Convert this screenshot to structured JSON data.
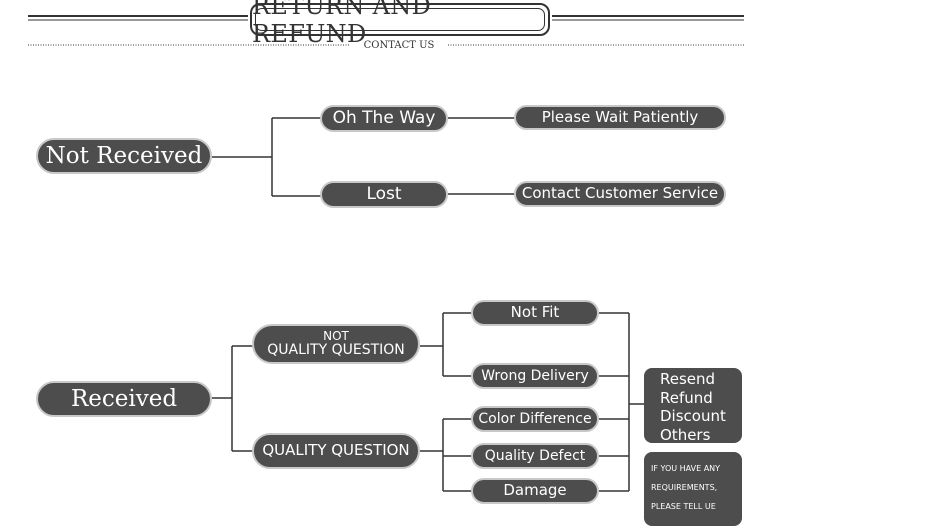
{
  "header": {
    "title": "RETURN AND REFUND",
    "subtitle": "CONTACT US"
  },
  "not_received": {
    "root": "Not Received",
    "branches": [
      {
        "label": "Oh The Way",
        "action": "Please Wait Patiently"
      },
      {
        "label": "Lost",
        "action": "Contact Customer Service"
      }
    ]
  },
  "received": {
    "root": "Received",
    "not_quality": {
      "label_line1": "NOT",
      "label_line2": "QUALITY QUESTION",
      "items": [
        "Not Fit",
        "Wrong Delivery"
      ]
    },
    "quality": {
      "label": "QUALITY QUESTION",
      "items": [
        "Color Difference",
        "Quality Defect",
        "Damage"
      ]
    },
    "outcomes": [
      "Resend",
      "Refund",
      "Discount",
      "Others"
    ],
    "note": [
      "IF YOU HAVE ANY",
      "REQUIREMENTS,",
      "PLEASE TELL UE"
    ]
  },
  "colors": {
    "node_fill": "#4d4d4d",
    "node_text": "#ffffff",
    "line": "#333333",
    "background": "#ffffff"
  }
}
